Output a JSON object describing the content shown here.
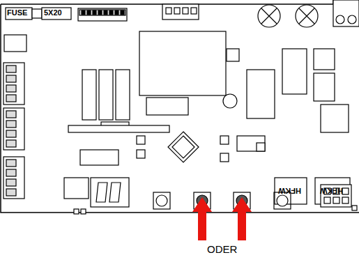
{
  "diagram": {
    "labels": [
      "FUSE",
      "5X20",
      "HFKW",
      "HFKW",
      "ODER"
    ]
  }
}
